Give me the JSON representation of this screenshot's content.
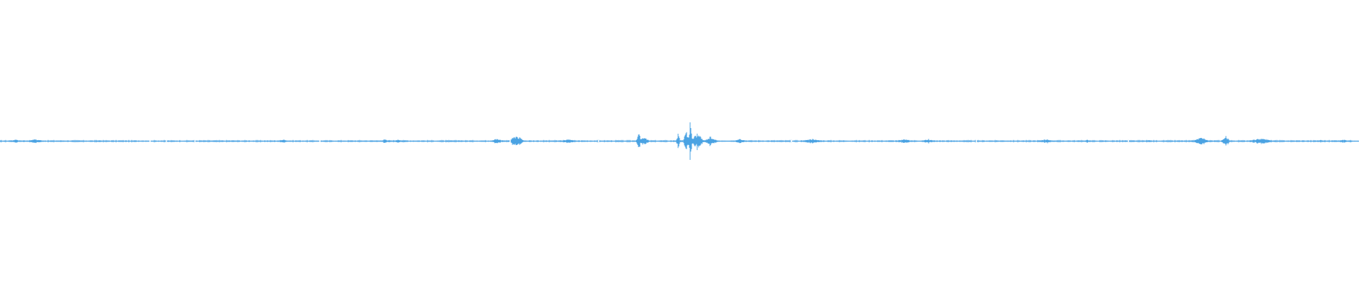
{
  "waveform": {
    "color": "#4ba3e3",
    "background": "#ffffff",
    "bursts": [
      {
        "at": 0.012,
        "amp": 0.08,
        "width": 0.01
      },
      {
        "at": 0.026,
        "amp": 0.1,
        "width": 0.012
      },
      {
        "at": 0.073,
        "amp": 0.05,
        "width": 0.004
      },
      {
        "at": 0.208,
        "amp": 0.1,
        "width": 0.006
      },
      {
        "at": 0.283,
        "amp": 0.08,
        "width": 0.01
      },
      {
        "at": 0.293,
        "amp": 0.08,
        "width": 0.012
      },
      {
        "at": 0.338,
        "amp": 0.06,
        "width": 0.004
      },
      {
        "at": 0.366,
        "amp": 0.15,
        "width": 0.01
      },
      {
        "at": 0.38,
        "amp": 0.3,
        "width": 0.012
      },
      {
        "at": 0.418,
        "amp": 0.12,
        "width": 0.01
      },
      {
        "at": 0.47,
        "amp": 0.4,
        "width": 0.004
      },
      {
        "at": 0.474,
        "amp": 0.2,
        "width": 0.008
      },
      {
        "at": 0.499,
        "amp": 0.4,
        "width": 0.003
      },
      {
        "at": 0.505,
        "amp": 0.55,
        "width": 0.004
      },
      {
        "at": 0.508,
        "amp": 1.0,
        "width": 0.003
      },
      {
        "at": 0.513,
        "amp": 0.4,
        "width": 0.01
      },
      {
        "at": 0.523,
        "amp": 0.25,
        "width": 0.01
      },
      {
        "at": 0.545,
        "amp": 0.12,
        "width": 0.01
      },
      {
        "at": 0.598,
        "amp": 0.12,
        "width": 0.016
      },
      {
        "at": 0.665,
        "amp": 0.12,
        "width": 0.012
      },
      {
        "at": 0.683,
        "amp": 0.12,
        "width": 0.008
      },
      {
        "at": 0.77,
        "amp": 0.1,
        "width": 0.012
      },
      {
        "at": 0.8,
        "amp": 0.08,
        "width": 0.004
      },
      {
        "at": 0.845,
        "amp": 0.05,
        "width": 0.004
      },
      {
        "at": 0.884,
        "amp": 0.2,
        "width": 0.012
      },
      {
        "at": 0.902,
        "amp": 0.25,
        "width": 0.006
      },
      {
        "at": 0.928,
        "amp": 0.15,
        "width": 0.02
      },
      {
        "at": 0.972,
        "amp": 0.06,
        "width": 0.006
      },
      {
        "at": 0.988,
        "amp": 0.08,
        "width": 0.012
      }
    ],
    "gaps": [
      0.11,
      0.122,
      0.143,
      0.235,
      0.375,
      0.44,
      0.582,
      0.718,
      0.83
    ]
  }
}
